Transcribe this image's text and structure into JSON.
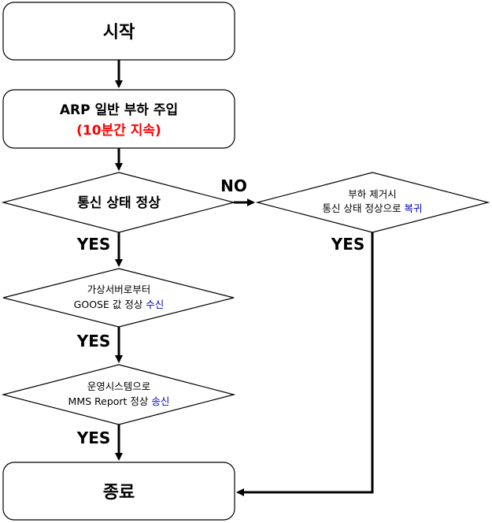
{
  "nodes": {
    "start": {
      "label": "시작"
    },
    "arp_load": {
      "line1": "ARP 일반 부하 주입",
      "line2": "(10분간 지속)"
    },
    "comm_check": {
      "label": "통신 상태 정상"
    },
    "recovery": {
      "line1": "부하 제거시",
      "line2_prefix": "통신 상태 정상으로 ",
      "line2_highlight": "복귀"
    },
    "goose": {
      "line1": "가상서버로부터",
      "line2_prefix": "GOOSE 값 정상 ",
      "line2_highlight": "수신"
    },
    "mms": {
      "line1": "운영시스템으로",
      "line2_prefix": "MMS Report 정상 ",
      "line2_highlight": "송신"
    },
    "end": {
      "label": "종료"
    }
  },
  "edges": {
    "comm_no": "NO",
    "comm_yes": "YES",
    "recovery_yes": "YES",
    "goose_yes": "YES",
    "mms_yes": "YES"
  },
  "colors": {
    "highlight_red": "#ff0000",
    "highlight_blue": "#0000cc",
    "stroke": "#000000"
  }
}
